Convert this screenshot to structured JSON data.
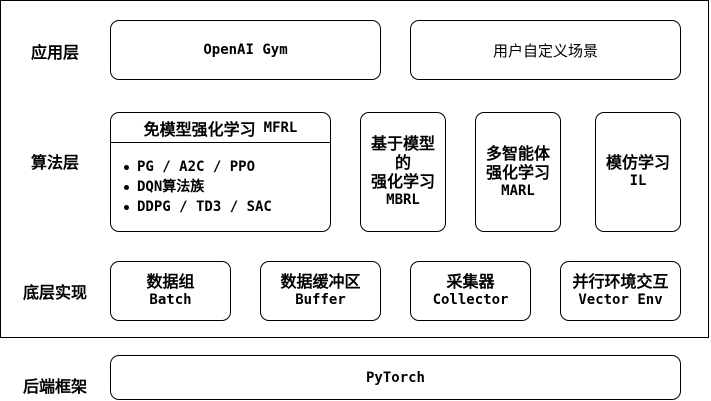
{
  "layers": {
    "app": "应用层",
    "algo": "算法层",
    "base": "底层实现",
    "backend": "后端框架"
  },
  "app": {
    "gym": "OpenAI Gym",
    "custom": "用户自定义场景"
  },
  "algo": {
    "mfrl": {
      "title_cn": "免模型强化学习",
      "title_abbr": "MFRL",
      "items": [
        "PG / A2C / PPO",
        "DQN算法族",
        "DDPG / TD3 / SAC"
      ]
    },
    "mbrl": {
      "line1": "基于模型",
      "line2": "的",
      "line3": "强化学习",
      "abbr": "MBRL"
    },
    "marl": {
      "line1": "多智能体",
      "line2": "强化学习",
      "abbr": "MARL"
    },
    "il": {
      "cn": "模仿学习",
      "abbr": "IL"
    }
  },
  "base": {
    "batch": {
      "cn": "数据组",
      "en": "Batch"
    },
    "buffer": {
      "cn": "数据缓冲区",
      "en": "Buffer"
    },
    "collector": {
      "cn": "采集器",
      "en": "Collector"
    },
    "vector": {
      "cn": "并行环境交互",
      "en": "Vector Env"
    }
  },
  "backend": {
    "pytorch": "PyTorch"
  }
}
